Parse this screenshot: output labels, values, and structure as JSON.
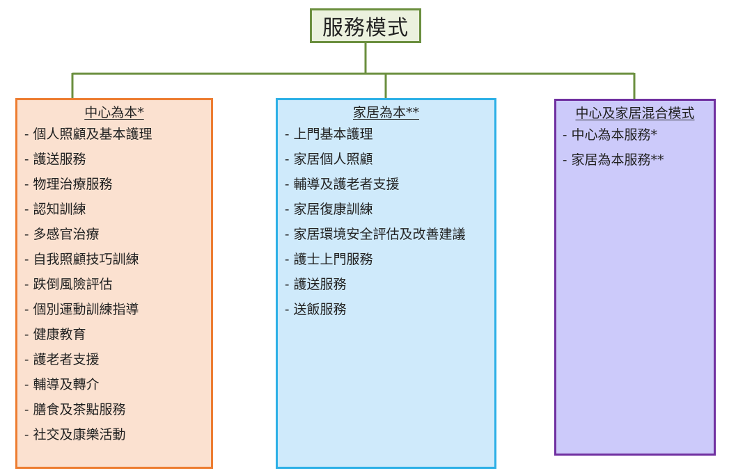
{
  "root": {
    "label": "服務模式"
  },
  "branches": [
    {
      "title": "中心為本*",
      "items": [
        "- 個人照顧及基本護理",
        "- 護送服務",
        "- 物理治療服務",
        "- 認知訓練",
        "- 多感官治療",
        "- 自我照顧技巧訓練",
        "- 跌倒風險評估",
        "- 個別運動訓練指導",
        "- 健康教育",
        "- 護老者支援",
        "- 輔導及轉介",
        "- 膳食及茶點服務",
        "- 社交及康樂活動"
      ]
    },
    {
      "title": "家居為本**",
      "items": [
        "- 上門基本護理",
        "- 家居個人照顧",
        "- 輔導及護老者支援",
        "- 家居復康訓練",
        "- 家居環境安全評估及改善建議",
        "- 護士上門服務",
        "- 護送服務",
        "- 送飯服務"
      ]
    },
    {
      "title": "中心及家居混合模式",
      "items": [
        "- 中心為本服務*",
        "- 家居為本服務**"
      ]
    }
  ],
  "colors": {
    "connector": "#6b8f3f",
    "center_border": "#ed7d31",
    "home_border": "#2db0e6",
    "mixed_border": "#7030a0"
  }
}
